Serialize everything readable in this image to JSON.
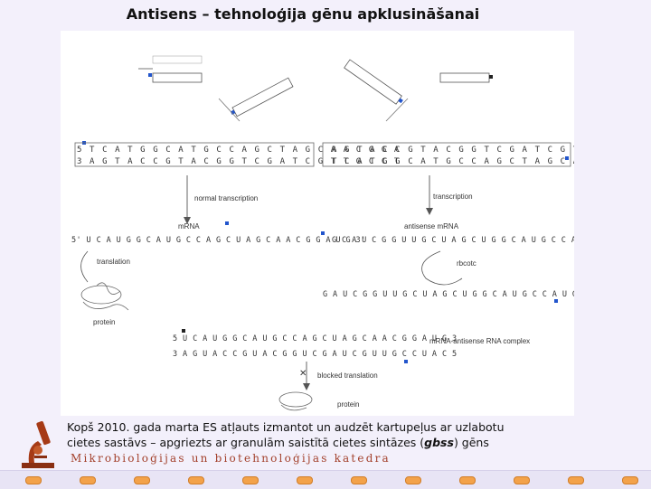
{
  "title": "Antisens – tehnoloģija gēnu apklusināšanai",
  "figure": {
    "mrna_label": "mRNA",
    "mrna_seq": "5' U C A U G G C A U G C C A G C U A G C A A C G G A U G 3'",
    "antisense_label": "antisense mRNA",
    "antisense_seq": "3' A G U A C C G U A C G G U C G A U C G U U G C C U A C 5'",
    "translation_label": "translation",
    "protein_label": "protein",
    "translation_label_2": "normal transcription",
    "transcription_label": "transcription",
    "blocked_label": "blocked translation",
    "protein_label_2": "protein"
  },
  "caption": {
    "line1": "Kopš 2010. gada marta ES atļauts izmantot un audzēt kartupeļus ar uzlabotu",
    "line2_before": "cietes sastāvs – apgriezts ar granulām saistītā cietes sintāzes  (",
    "line2_gene": "gbss",
    "line2_after": ") gēns"
  },
  "department": "Mikrobioloģijas un biotehnoloģijas katedra",
  "colors": {
    "background": "#f3f0fb",
    "department_text": "#a3412c",
    "footer_dot": "#f3a24a",
    "blue_marker": "#2255cc"
  }
}
